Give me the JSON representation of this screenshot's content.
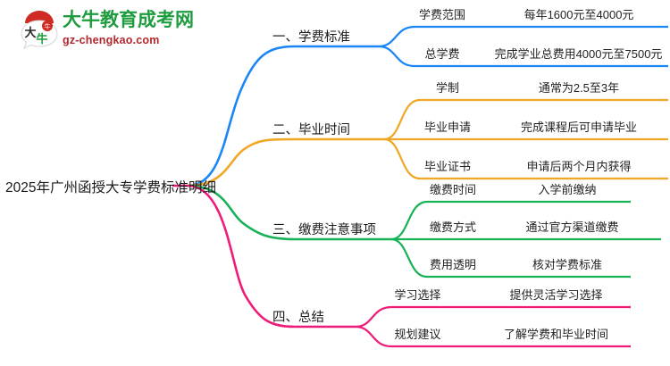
{
  "logo": {
    "name_cn": "大牛教育成考网",
    "domain": "gz-chengkao.com",
    "mark_text": "大牛"
  },
  "root": {
    "title": "2025年广州函授大专学费标准明细"
  },
  "colors": {
    "branch1": "#1a85f5",
    "branch2": "#f0a725",
    "branch3": "#17b257",
    "branch4": "#ee1c78",
    "text": "#232323",
    "logo_green": "#1e9c3f",
    "logo_red": "#b3272d"
  },
  "branches": [
    {
      "label": "一、学费标准",
      "color": "#1a85f5",
      "children": [
        {
          "label": "学费范围",
          "value": "每年1600元至4000元"
        },
        {
          "label": "总学费",
          "value": "完成学业总费用4000元至7500元"
        }
      ]
    },
    {
      "label": "二、毕业时间",
      "color": "#f0a725",
      "children": [
        {
          "label": "学制",
          "value": "通常为2.5至3年"
        },
        {
          "label": "毕业申请",
          "value": "完成课程后可申请毕业"
        },
        {
          "label": "毕业证书",
          "value": "申请后两个月内获得"
        }
      ]
    },
    {
      "label": "三、缴费注意事项",
      "color": "#17b257",
      "children": [
        {
          "label": "缴费时间",
          "value": "入学前缴纳"
        },
        {
          "label": "缴费方式",
          "value": "通过官方渠道缴费"
        },
        {
          "label": "费用透明",
          "value": "核对学费标准"
        }
      ]
    },
    {
      "label": "四、总结",
      "color": "#ee1c78",
      "children": [
        {
          "label": "学习选择",
          "value": "提供灵活学习选择"
        },
        {
          "label": "规划建议",
          "value": "了解学费和毕业时间"
        }
      ]
    }
  ]
}
